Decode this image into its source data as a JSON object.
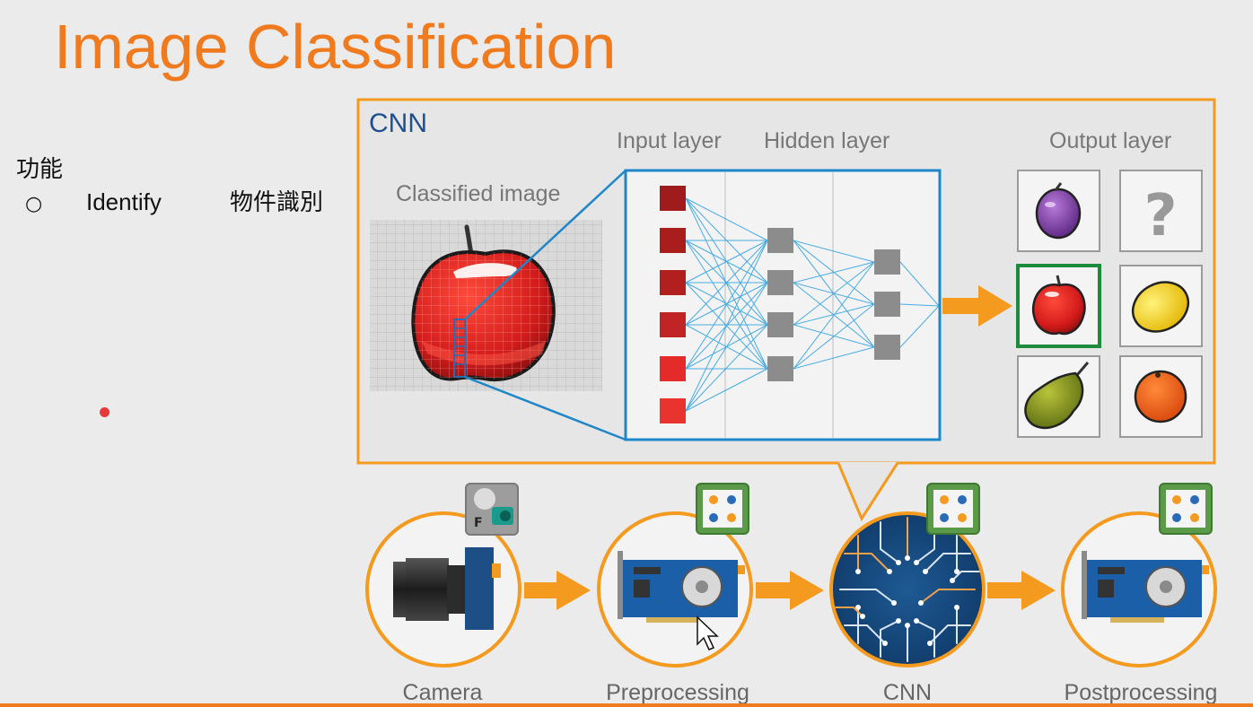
{
  "slide": {
    "title": "Image Classification",
    "bullets": {
      "heading": "功能",
      "item_mark": "○",
      "item_en": "Identify",
      "item_zh": "物件識別"
    }
  },
  "diagram": {
    "cnn_box_label": "CNN",
    "classified_image_label": "Classified image",
    "input_layer_label": "Input layer",
    "hidden_layer_label": "Hidden layer",
    "output_layer_label": "Output layer",
    "unknown_symbol": "?",
    "logo_letter": "F",
    "pipeline": {
      "camera": "Camera",
      "preprocessing": "Preprocessing",
      "cnn": "CNN",
      "postprocessing": "Postprocessing"
    },
    "colors": {
      "accent_orange": "#f39a1f",
      "network_blue": "#1f86c8",
      "cnn_label_blue": "#1f4f8f",
      "selected_green": "#1e8a3c"
    }
  }
}
